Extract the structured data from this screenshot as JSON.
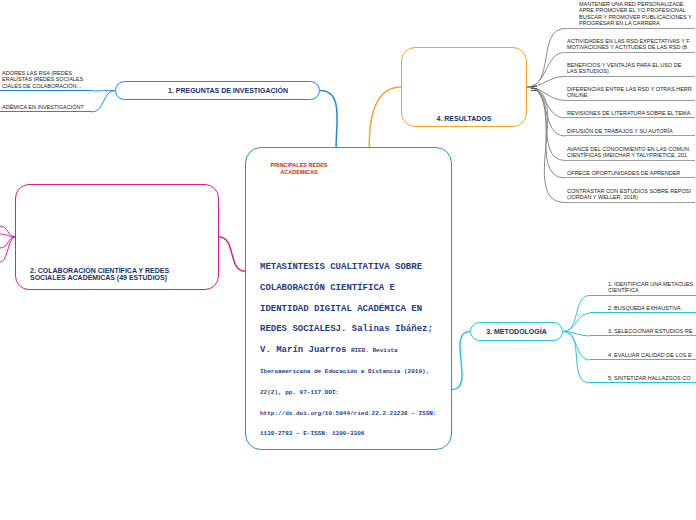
{
  "diagram": {
    "nodes": [
      {
        "text": [
          "METASÍNTESIS CUALITATIVA SOBRE COLABORACIÓN CIENTÍFICA E IDENTIDAD DIGITAL ACADÉMICA EN REDES SOCIALESJ. Salinas Ibáñez; V. Marín Juarros",
          "RIED. Revista Iberoamericana de Educación a Distancia (2019), 22(2), pp. 97-117.DOI: http://dx.doi.org/10.5944/ried.22.2.23238 – ISSN: 1138-2783 – E-ISSN: 1390-3306"
        ]
      },
      {
        "text": [
          "1. PREGUNTAS DE INVESTIGACIÓN"
        ]
      },
      {
        "text": [
          "ADORES LAS RSA (REDES ERALISTAS (REDES SOCIALES CIALES DE COLABORACIÓN..."
        ]
      },
      {
        "text": [
          "ADÉMICA EN INVESTIGACIÓN?"
        ]
      },
      {
        "text": [
          "2. COLABORACIÓN CIENTÍFICA Y REDES SOCIALES ACADÉMICAS (49 ESTUDIOS)"
        ]
      },
      {
        "text": [
          "3. METODOLOGÍA"
        ]
      },
      {
        "text": [
          "1. IDENTIFICAR UNA METACUES CIENTÍFICA"
        ]
      },
      {
        "text": [
          "2. BUSQUEDA EXHAUSTIVA"
        ]
      },
      {
        "text": [
          "3. SELECCIONAR ESTUDIOS RE"
        ]
      },
      {
        "text": [
          "4. EVALUAR CALIDAD DE LOS E"
        ]
      },
      {
        "text": [
          "5. SINTETIZAR HALLAZGOS CO"
        ]
      },
      {
        "text": [
          "4. RESULTADOS"
        ]
      },
      {
        "text": [
          "MANTENER UNA RED PERSONALIZADE APRE PROMOVER EL YO PROFESIONAL BUSCAR Y PROMOVER PUBLICACIONES Y PROGRESAR EN LA CARRERA"
        ]
      },
      {
        "text": [
          "ACTIVIDADES EN LAS RSD:EXPECTATIVAS Y F MOTIVACIONES Y ACTITUDES DE LAS RSD (8"
        ]
      },
      {
        "text": [
          "BENEFICIOS Y VENTAJAS PARA EL USO DE LAS ESTUDIOS)"
        ]
      },
      {
        "text": [
          "DIFERENCIAS ENTRE LAS RSD Y OTRAS HERR ONLINE"
        ]
      },
      {
        "text": [
          "REVISIONES DE LITERATURA SOBRE EL TEMA"
        ]
      },
      {
        "text": [
          "DIFUSIÓN DE TRABAJOS Y SU AUTORÍA"
        ]
      },
      {
        "text": [
          "AVANCE DEL CONOCIMIENTO EN LAS COMUN CIENTÍFICAS (MEICHAR Y TALYPRIETICE, 201"
        ]
      },
      {
        "text": [
          "OFRECE OPORTUNIDADES DE APRENDER"
        ]
      },
      {
        "text": [
          "CONTRASTAR CON ESTUDIOS SOBRE REPOSI (JORDAN Y WELLER, 2018)"
        ]
      }
    ],
    "edges": [
      {
        "from": 0,
        "to": 1,
        "arrow": "none"
      },
      {
        "from": 0,
        "to": 11,
        "arrow": "none"
      },
      {
        "from": 0,
        "to": 5,
        "arrow": "none"
      },
      {
        "from": 0,
        "to": 4,
        "arrow": "none"
      },
      {
        "from": 1,
        "to": 2,
        "arrow": "none"
      },
      {
        "from": 1,
        "to": 3,
        "arrow": "none"
      },
      {
        "from": 5,
        "to": 6,
        "arrow": "none"
      },
      {
        "from": 5,
        "to": 7,
        "arrow": "none"
      },
      {
        "from": 5,
        "to": 8,
        "arrow": "none"
      },
      {
        "from": 5,
        "to": 9,
        "arrow": "none"
      },
      {
        "from": 5,
        "to": 10,
        "arrow": "none"
      },
      {
        "from": 11,
        "to": 12,
        "arrow": "none"
      },
      {
        "from": 11,
        "to": 13,
        "arrow": "none"
      },
      {
        "from": 11,
        "to": 14,
        "arrow": "none"
      },
      {
        "from": 11,
        "to": 15,
        "arrow": "none"
      },
      {
        "from": 11,
        "to": 16,
        "arrow": "none"
      },
      {
        "from": 11,
        "to": 17,
        "arrow": "none"
      },
      {
        "from": 11,
        "to": 18,
        "arrow": "none"
      },
      {
        "from": 11,
        "to": 19,
        "arrow": "none"
      },
      {
        "from": 11,
        "to": 20,
        "arrow": "none"
      }
    ],
    "labels": [
      "PRINCIPALES REDES ACADEMICAS"
    ]
  }
}
